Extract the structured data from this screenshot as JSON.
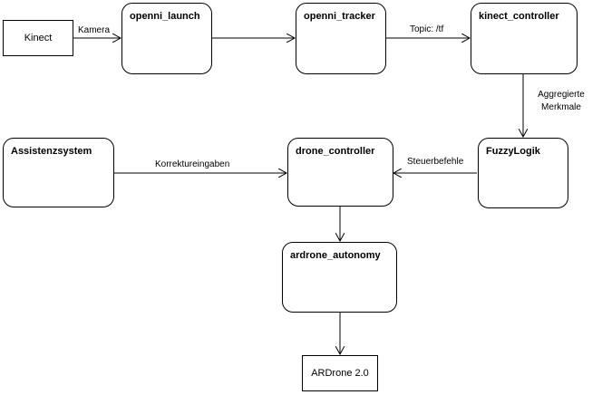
{
  "nodes": {
    "kinect": "Kinect",
    "openni_launch": "openni_launch",
    "openni_tracker": "openni_tracker",
    "kinect_controller": "kinect_controller",
    "assistenzsystem": "Assistenzsystem",
    "drone_controller": "drone_controller",
    "fuzzylogik": "FuzzyLogik",
    "ardrone_autonomy": "ardrone_autonomy",
    "ardrone": "ARDrone 2.0"
  },
  "edges": {
    "kamera": "Kamera",
    "topic_tf": "Topic: /tf",
    "aggregierte_line1": "Aggregierte",
    "aggregierte_line2": "Merkmale",
    "korrektureingaben": "Korrektureingaben",
    "steuerbefehle": "Steuerbefehle"
  }
}
